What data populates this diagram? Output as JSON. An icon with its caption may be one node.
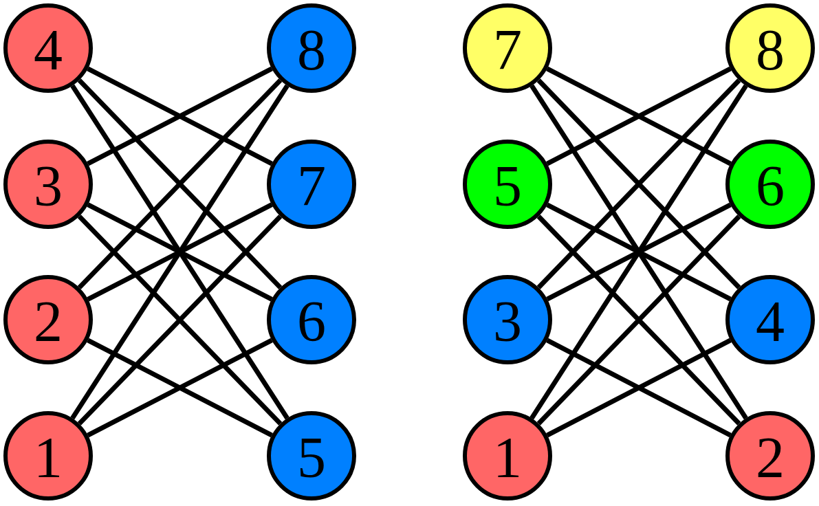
{
  "diagram": {
    "nodes": [
      {
        "text": [
          "4"
        ]
      },
      {
        "text": [
          "8"
        ]
      },
      {
        "text": [
          "7"
        ]
      },
      {
        "text": [
          "8"
        ]
      },
      {
        "text": [
          "3"
        ]
      },
      {
        "text": [
          "7"
        ]
      },
      {
        "text": [
          "5"
        ]
      },
      {
        "text": [
          "6"
        ]
      },
      {
        "text": [
          "2"
        ]
      },
      {
        "text": [
          "6"
        ]
      },
      {
        "text": [
          "3"
        ]
      },
      {
        "text": [
          "4"
        ]
      },
      {
        "text": [
          "1"
        ]
      },
      {
        "text": [
          "5"
        ]
      },
      {
        "text": [
          "1"
        ]
      },
      {
        "text": [
          "2"
        ]
      }
    ],
    "edges": [
      {
        "from": 0,
        "to": 5,
        "arrow": "none"
      },
      {
        "from": 0,
        "to": 9,
        "arrow": "none"
      },
      {
        "from": 0,
        "to": 13,
        "arrow": "none"
      },
      {
        "from": 4,
        "to": 1,
        "arrow": "none"
      },
      {
        "from": 4,
        "to": 9,
        "arrow": "none"
      },
      {
        "from": 4,
        "to": 13,
        "arrow": "none"
      },
      {
        "from": 8,
        "to": 1,
        "arrow": "none"
      },
      {
        "from": 8,
        "to": 5,
        "arrow": "none"
      },
      {
        "from": 8,
        "to": 13,
        "arrow": "none"
      },
      {
        "from": 12,
        "to": 1,
        "arrow": "none"
      },
      {
        "from": 12,
        "to": 5,
        "arrow": "none"
      },
      {
        "from": 12,
        "to": 9,
        "arrow": "none"
      },
      {
        "from": 2,
        "to": 7,
        "arrow": "none"
      },
      {
        "from": 2,
        "to": 11,
        "arrow": "none"
      },
      {
        "from": 2,
        "to": 15,
        "arrow": "none"
      },
      {
        "from": 6,
        "to": 3,
        "arrow": "none"
      },
      {
        "from": 6,
        "to": 11,
        "arrow": "none"
      },
      {
        "from": 6,
        "to": 15,
        "arrow": "none"
      },
      {
        "from": 10,
        "to": 3,
        "arrow": "none"
      },
      {
        "from": 10,
        "to": 7,
        "arrow": "none"
      },
      {
        "from": 10,
        "to": 15,
        "arrow": "none"
      },
      {
        "from": 14,
        "to": 3,
        "arrow": "none"
      },
      {
        "from": 14,
        "to": 7,
        "arrow": "none"
      },
      {
        "from": 14,
        "to": 11,
        "arrow": "none"
      }
    ]
  }
}
